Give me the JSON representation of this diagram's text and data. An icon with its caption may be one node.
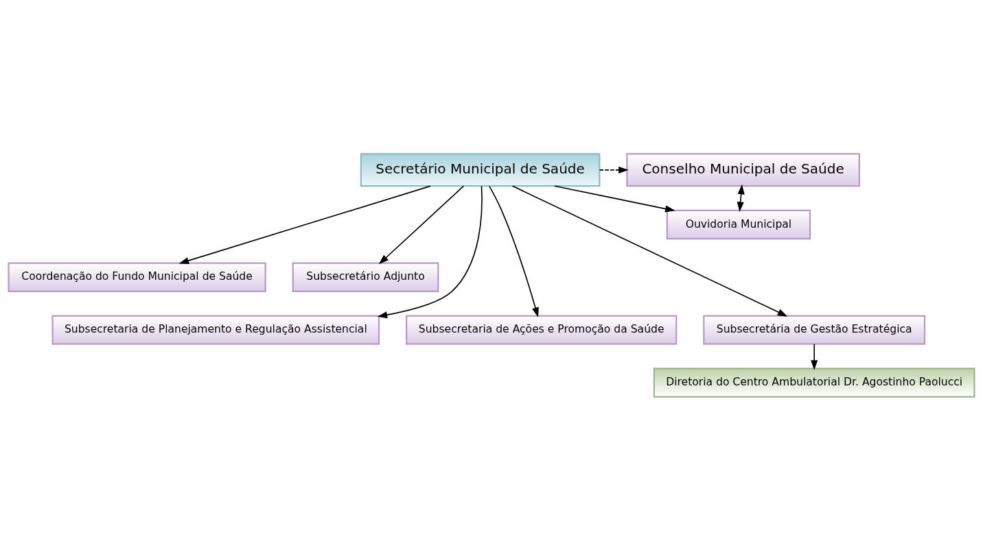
{
  "diagram": {
    "nodes": [
      {
        "text": [
          "Secretário Municipal de Saúde"
        ]
      },
      {
        "text": [
          "Conselho Municipal de Saúde"
        ]
      },
      {
        "text": [
          "Ouvidoria Municipal"
        ]
      },
      {
        "text": [
          "Coordenação do Fundo Municipal de Saúde"
        ]
      },
      {
        "text": [
          "Subsecretário Adjunto"
        ]
      },
      {
        "text": [
          "Subsecretaria de Planejamento e Regulação Assistencial"
        ]
      },
      {
        "text": [
          "Subsecretaria de Ações e Promoção da Saúde"
        ]
      },
      {
        "text": [
          "Subsecretária de Gestão Estratégica"
        ]
      },
      {
        "text": [
          "Diretoria do Centro Ambulatorial Dr. Agostinho Paolucci"
        ]
      }
    ],
    "edges": [
      {
        "from": 0,
        "to": 1,
        "arrow": "to",
        "style": "dashed"
      },
      {
        "from": 1,
        "to": 2,
        "arrow": "both"
      },
      {
        "from": 0,
        "to": 2,
        "arrow": "to"
      },
      {
        "from": 0,
        "to": 3,
        "arrow": "to"
      },
      {
        "from": 0,
        "to": 4,
        "arrow": "to"
      },
      {
        "from": 0,
        "to": 5,
        "arrow": "to"
      },
      {
        "from": 0,
        "to": 6,
        "arrow": "to"
      },
      {
        "from": 0,
        "to": 7,
        "arrow": "to"
      },
      {
        "from": 7,
        "to": 8,
        "arrow": "to"
      }
    ]
  }
}
